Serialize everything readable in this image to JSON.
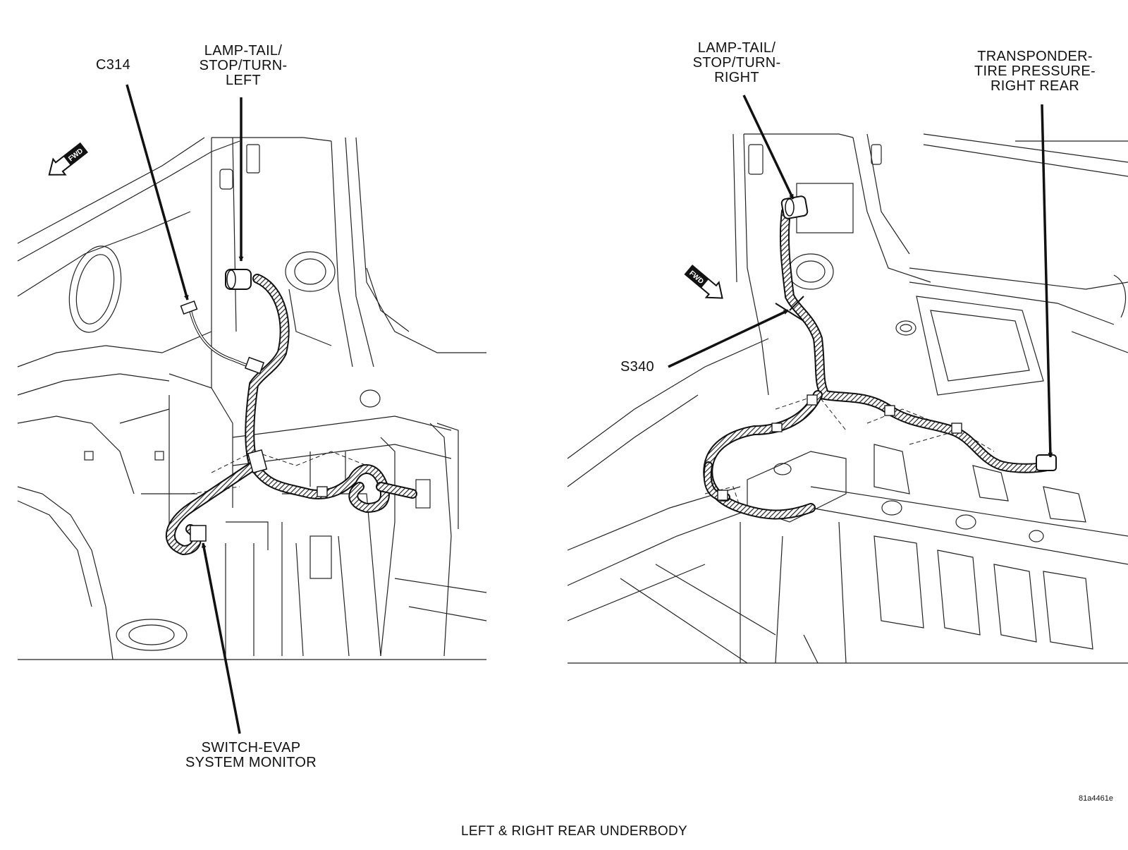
{
  "callouts": {
    "c314": "C314",
    "lamp_left": [
      "LAMP-TAIL/",
      "STOP/TURN-",
      "LEFT"
    ],
    "lamp_right": [
      "LAMP-TAIL/",
      "STOP/TURN-",
      "RIGHT"
    ],
    "transponder": [
      "TRANSPONDER-",
      "TIRE PRESSURE-",
      "RIGHT REAR"
    ],
    "s340": "S340",
    "switch_evap": [
      "SWITCH-EVAP",
      "SYSTEM MONITOR"
    ]
  },
  "direction_badge": "FWD",
  "figure_code": "81a4461e",
  "caption": "LEFT & RIGHT REAR UNDERBODY"
}
